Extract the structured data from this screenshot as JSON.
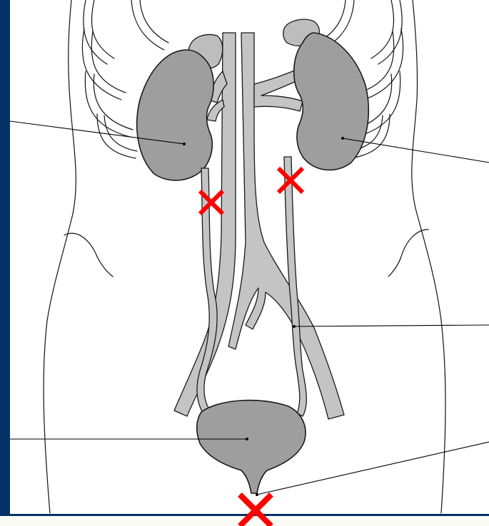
{
  "colors": {
    "frame": "#003366",
    "paper": "#ffffff",
    "organ_fill": "#9e9e9e",
    "vessel_fill": "#c4c4c4",
    "outline": "#111111",
    "cross_mark": "#ff0000"
  },
  "leader_lines": [
    "right-kidney-leader",
    "left-kidney-leader",
    "left-ureter-leader",
    "bladder-leader",
    "urethra-leader"
  ],
  "cross_marks": [
    "right-ureter-cross-mark",
    "left-ureter-cross-mark",
    "urethra-cross-mark"
  ]
}
